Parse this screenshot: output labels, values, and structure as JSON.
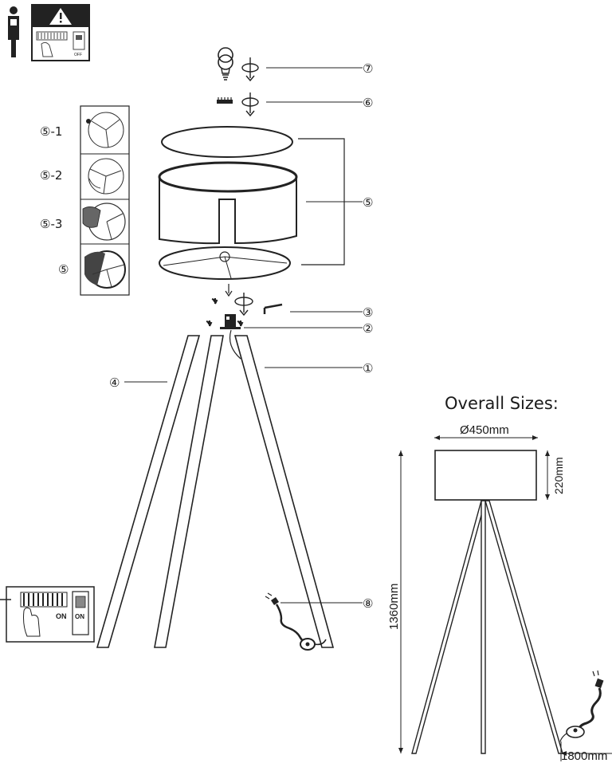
{
  "callouts": {
    "c1": "①",
    "c2": "②",
    "c3": "③",
    "c4": "④",
    "c5": "⑤",
    "c6": "⑥",
    "c7": "⑦",
    "c8": "⑧"
  },
  "shade_steps": [
    {
      "label": "⑤-1"
    },
    {
      "label": "⑤-2"
    },
    {
      "label": "⑤-3"
    },
    {
      "label": "⑤"
    }
  ],
  "switch_panel": {
    "on_label": "ON",
    "on_label_small": "ON",
    "off_label": "OFF"
  },
  "overall": {
    "title": "Overall Sizes:",
    "diameter_label": "Ø450mm",
    "shade_height_label": "220mm",
    "total_height_label": "1360mm",
    "cable_length_label": "1800mm"
  },
  "icons": {
    "safety": "warning-triangle-icon",
    "bulb": "light-bulb-icon",
    "rotate": "rotate-clockwise-icon",
    "plug": "power-plug-icon",
    "footswitch": "foot-switch-icon"
  }
}
